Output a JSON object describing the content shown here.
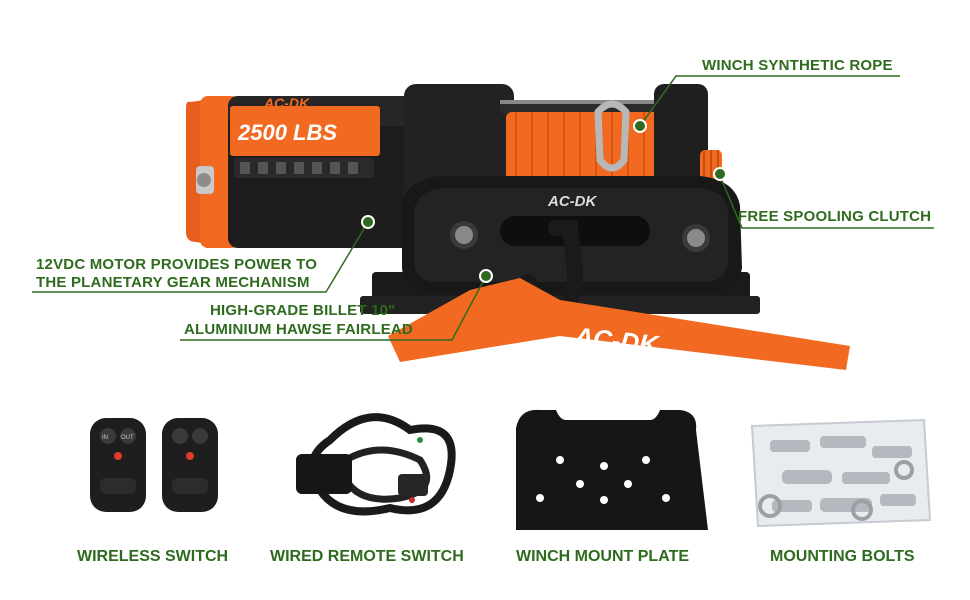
{
  "brand": "AC-DK",
  "winch": {
    "capacity_label": "2500 LBS",
    "strap_text": "AC-DK"
  },
  "callouts": {
    "rope": "WINCH SYNTHETIC ROPE",
    "clutch": "FREE SPOOLING CLUTCH",
    "motor_line1": "12VDC MOTOR PROVIDES POWER TO",
    "motor_line2": "THE PLANETARY GEAR MECHANISM",
    "fairlead_line1": "HIGH-GRADE BILLET 10\"",
    "fairlead_line2": "ALUMINIUM HAWSE FAIRLEAD"
  },
  "accessories": [
    {
      "label": "WIRELESS SWITCH",
      "icon": "wireless-remote-icon"
    },
    {
      "label": "WIRED REMOTE SWITCH",
      "icon": "wired-remote-icon"
    },
    {
      "label": "WINCH MOUNT PLATE",
      "icon": "mount-plate-icon"
    },
    {
      "label": "MOUNTING BOLTS",
      "icon": "bolts-bag-icon"
    }
  ],
  "remote_buttons": {
    "in": "IN",
    "out": "OUT"
  },
  "colors": {
    "accent_orange": "#f26a21",
    "label_green": "#2e6b1e",
    "body_black": "#1c1c1c"
  }
}
